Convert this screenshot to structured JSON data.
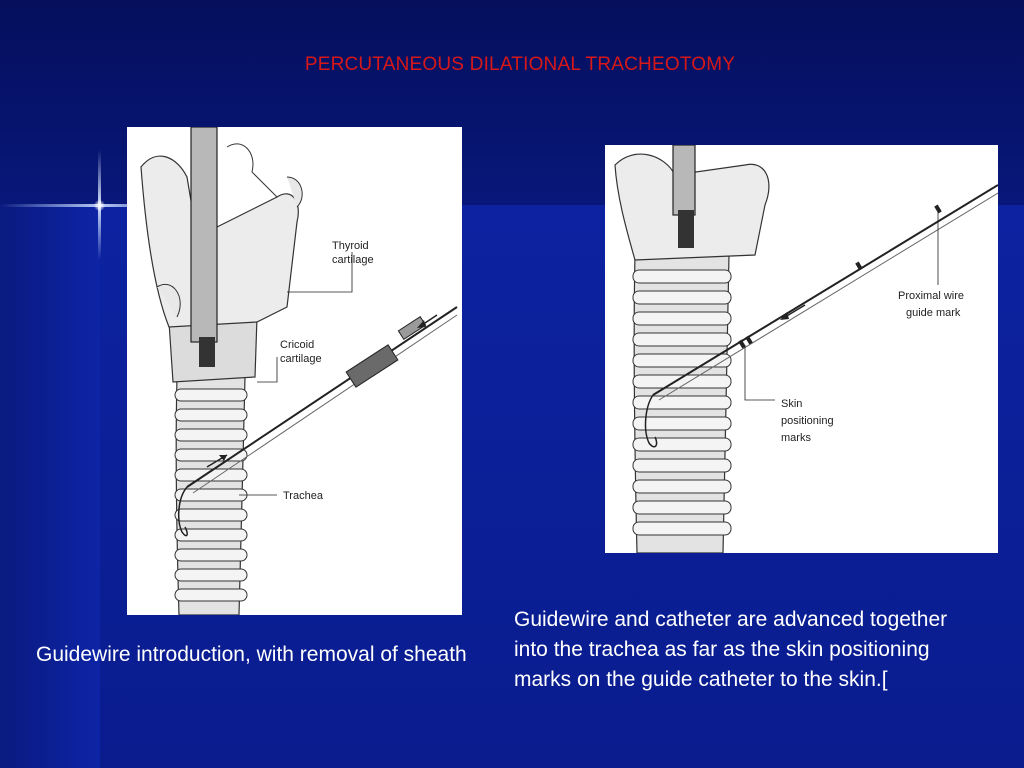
{
  "slide": {
    "title": "PERCUTANEOUS DILATIONAL TRACHEOTOMY",
    "colors": {
      "title": "#d81818",
      "background": "#0a1a7a",
      "caption": "#ffffff"
    }
  },
  "figure_left": {
    "labels": {
      "thyroid_line1": "Thyroid",
      "thyroid_line2": "cartilage",
      "cricoid_line1": "Cricoid",
      "cricoid_line2": "cartilage",
      "trachea": "Trachea"
    },
    "caption": "Guidewire introduction, with removal of sheath"
  },
  "figure_right": {
    "labels": {
      "proximal_line1": "Proximal wire",
      "proximal_line2": "guide mark",
      "skin_line1": "Skin",
      "skin_line2": "positioning",
      "skin_line3": "marks"
    },
    "caption": "Guidewire and catheter are advanced together into the trachea as far as the skin positioning marks on the guide catheter to the skin.["
  }
}
